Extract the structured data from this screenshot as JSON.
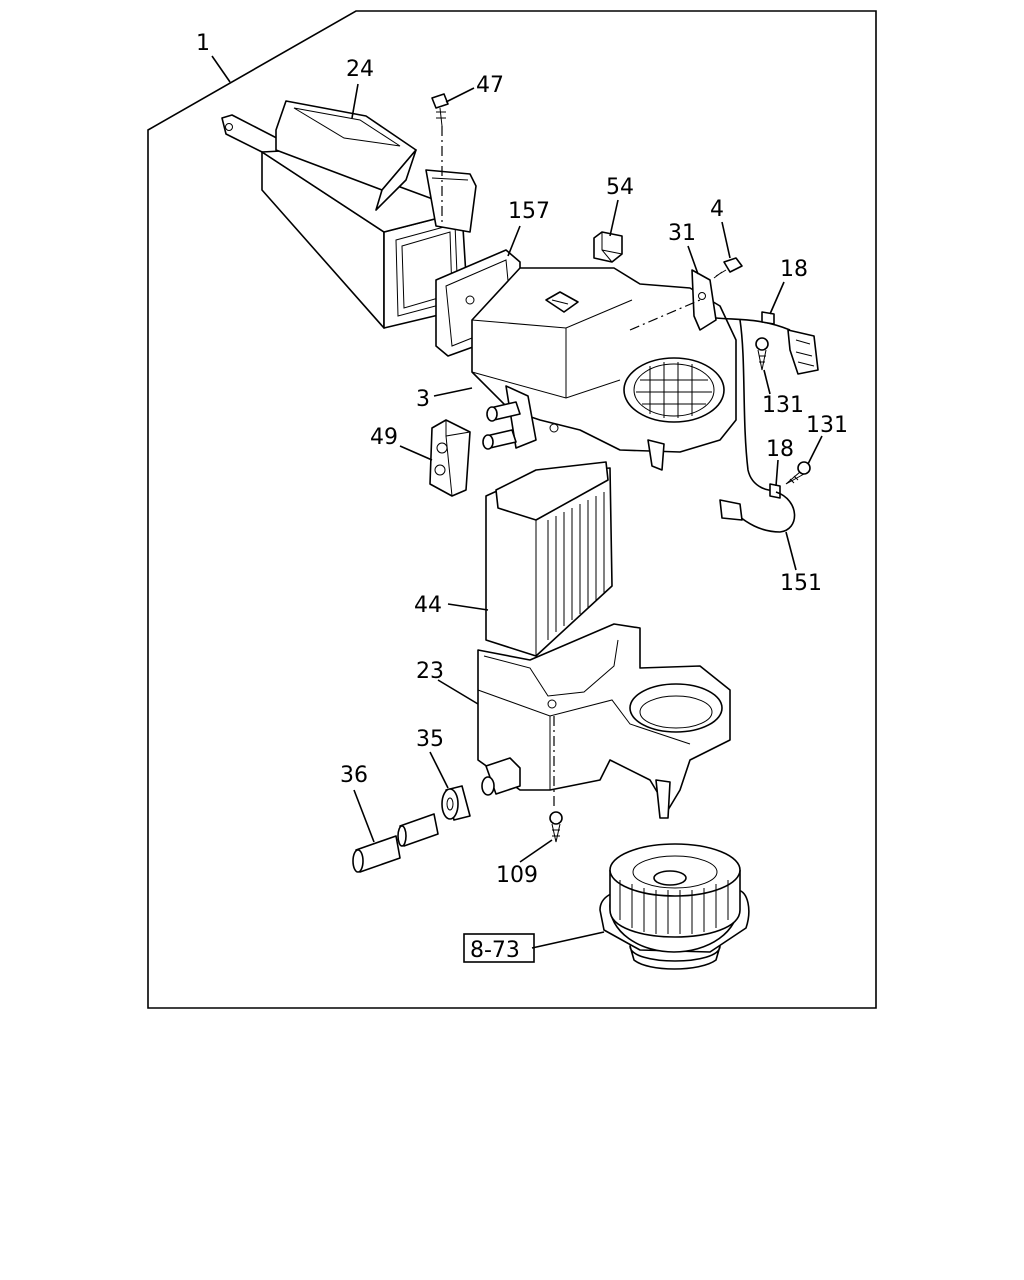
{
  "diagram": {
    "callouts": [
      "1",
      "24",
      "47",
      "54",
      "157",
      "4",
      "31",
      "18",
      "3",
      "131",
      "49",
      "131",
      "18",
      "44",
      "151",
      "23",
      "35",
      "36",
      "109"
    ],
    "reference_box": "8-73"
  }
}
